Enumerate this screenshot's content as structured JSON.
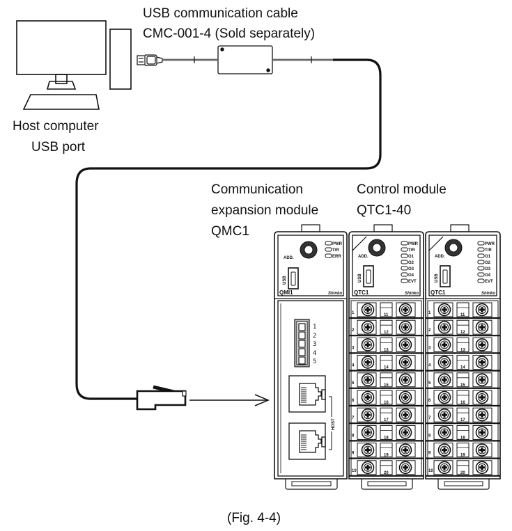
{
  "labels": {
    "cable_line1": "USB communication cable",
    "cable_line2": "CMC-001-4 (Sold separately)",
    "host_line1": "Host computer",
    "host_line2": "USB port",
    "comm_line1": "Communication",
    "comm_line2": "expansion module",
    "comm_line3": "QMC1",
    "ctrl_line1": "Control module",
    "ctrl_line2": "QTC1-40",
    "caption": "(Fig. 4-4)"
  },
  "qmc1_panel": {
    "model": "QMI1",
    "address_label": "ADD.",
    "usb_label": "USB",
    "brand": "Shinko",
    "leds": [
      "PWR",
      "T/R",
      "ERR"
    ],
    "connector_pins": [
      "1",
      "2",
      "3",
      "4",
      "5"
    ],
    "host_label": "HOST"
  },
  "qtc1_panel": {
    "model": "QTC1",
    "address_label": "ADD.",
    "usb_label": "USB",
    "brand": "Shinko",
    "leds": [
      "PWR",
      "T/R",
      "O1",
      "O2",
      "O3",
      "O4",
      "EVT"
    ],
    "terminals_left": [
      "1",
      "2",
      "3",
      "4",
      "5",
      "6",
      "7",
      "8",
      "9",
      "10"
    ],
    "terminals_right": [
      "11",
      "12",
      "13",
      "14",
      "15",
      "16",
      "17",
      "18",
      "19",
      "20"
    ]
  }
}
